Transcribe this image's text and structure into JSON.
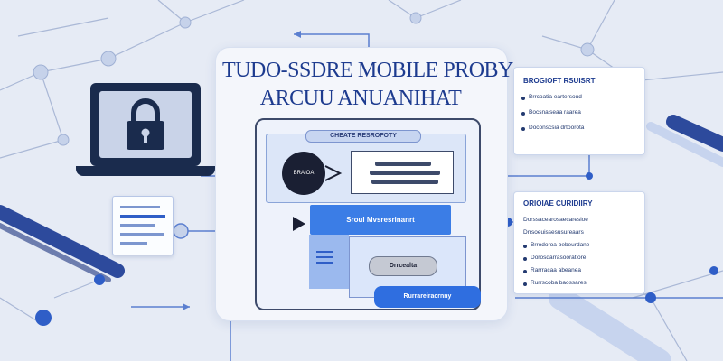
{
  "title": {
    "line1": "TUDO-SSDRE MOBILE PROBY",
    "line2": "ARCUU ANUANIHAT"
  },
  "panel": {
    "tab_label": "CHEATE RESROFOTY",
    "circle_label": "BRAIOA",
    "blue_bar_label": "Sroul Mvsresrinanrt",
    "grey_pill_label": "Drrcealta",
    "bottom_button_label": "Rurrareiracrnny"
  },
  "right_card_top": {
    "title": "BROGIOFT RSUISRT",
    "lines": [
      "Brrcoatia eartersoud",
      "Bocsnaiseaa raarea",
      "Doconscsia drtoorota"
    ]
  },
  "right_card_bottom": {
    "title": "ORIOIAE CURIDIIRY",
    "lines": [
      "Dorssacearosaecaresioe",
      "Drrsoeuissesusureaars",
      "Brrodoroa bebeurdane",
      "Dorosdarrasooratiore",
      "Rarrracaa abeanea",
      "Rurrscoba baossares"
    ]
  },
  "colors": {
    "background": "#e6ebf5",
    "accent_blue": "#3b7de6",
    "navy": "#1d3b8f",
    "dark": "#1a1f33"
  },
  "icons": {
    "lock": "padlock-icon",
    "bullet": "dot-icon"
  }
}
